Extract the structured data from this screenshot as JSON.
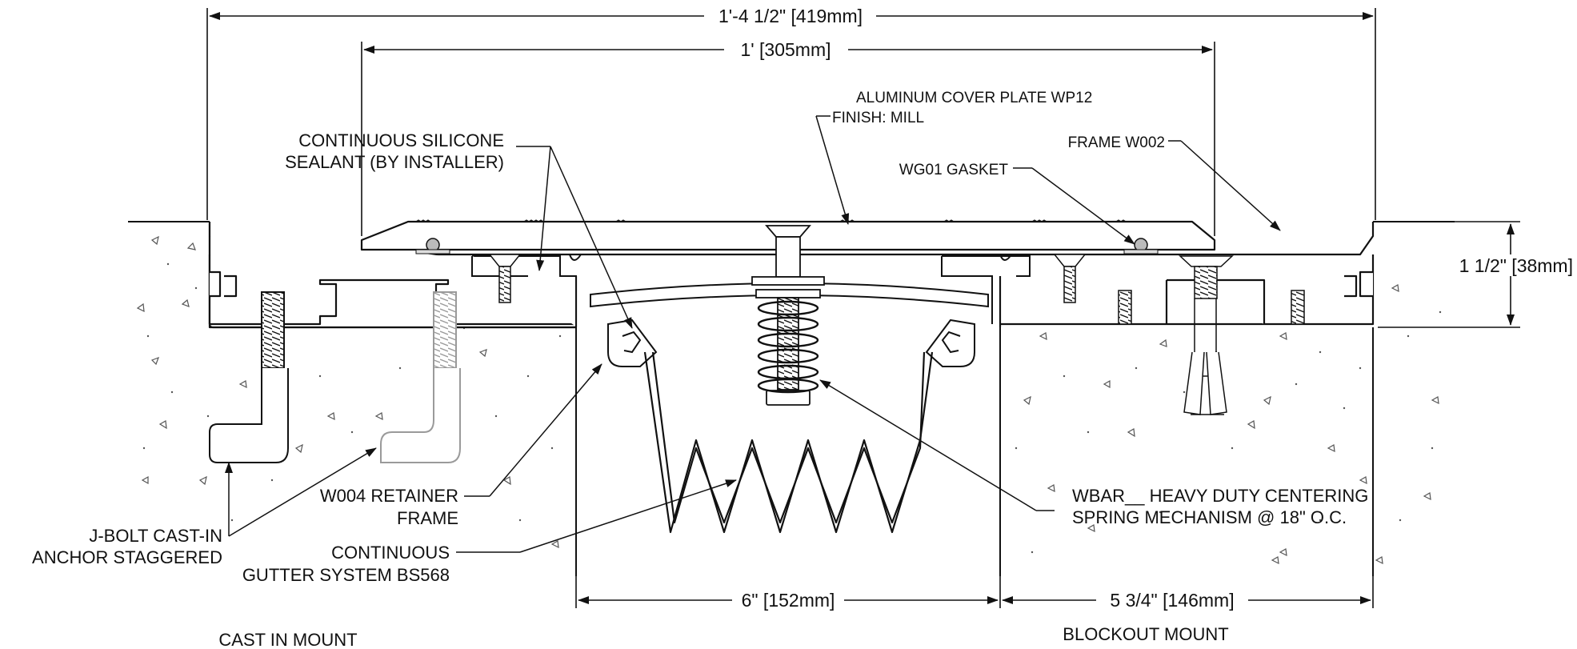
{
  "dimensions": {
    "overall": "1'-4 1/2\" [419mm]",
    "cover": "1' [305mm]",
    "height": "1 1/2\" [38mm]",
    "gap": "6\" [152mm]",
    "blockout": "5 3/4\" [146mm]"
  },
  "callouts": {
    "sealant": [
      "CONTINUOUS SILICONE",
      "SEALANT (BY INSTALLER)"
    ],
    "cover_plate": [
      "ALUMINUM COVER PLATE WP12",
      "FINISH: MILL"
    ],
    "frame": "FRAME W002",
    "gasket": "WG01 GASKET",
    "retainer": [
      "W004 RETAINER",
      "FRAME"
    ],
    "spring": [
      "WBAR__ HEAVY DUTY CENTERING",
      "SPRING MECHANISM @ 18\" O.C."
    ],
    "jbolt": [
      "J-BOLT CAST-IN",
      "ANCHOR STAGGERED"
    ],
    "gutter": [
      "CONTINUOUS",
      "GUTTER SYSTEM BS568"
    ]
  },
  "mounts": {
    "left": "CAST IN MOUNT",
    "right": "BLOCKOUT MOUNT"
  },
  "colors": {
    "line": "#111111",
    "gray_bolt": "#9a9a9a",
    "concrete_speckle": "#555555"
  }
}
